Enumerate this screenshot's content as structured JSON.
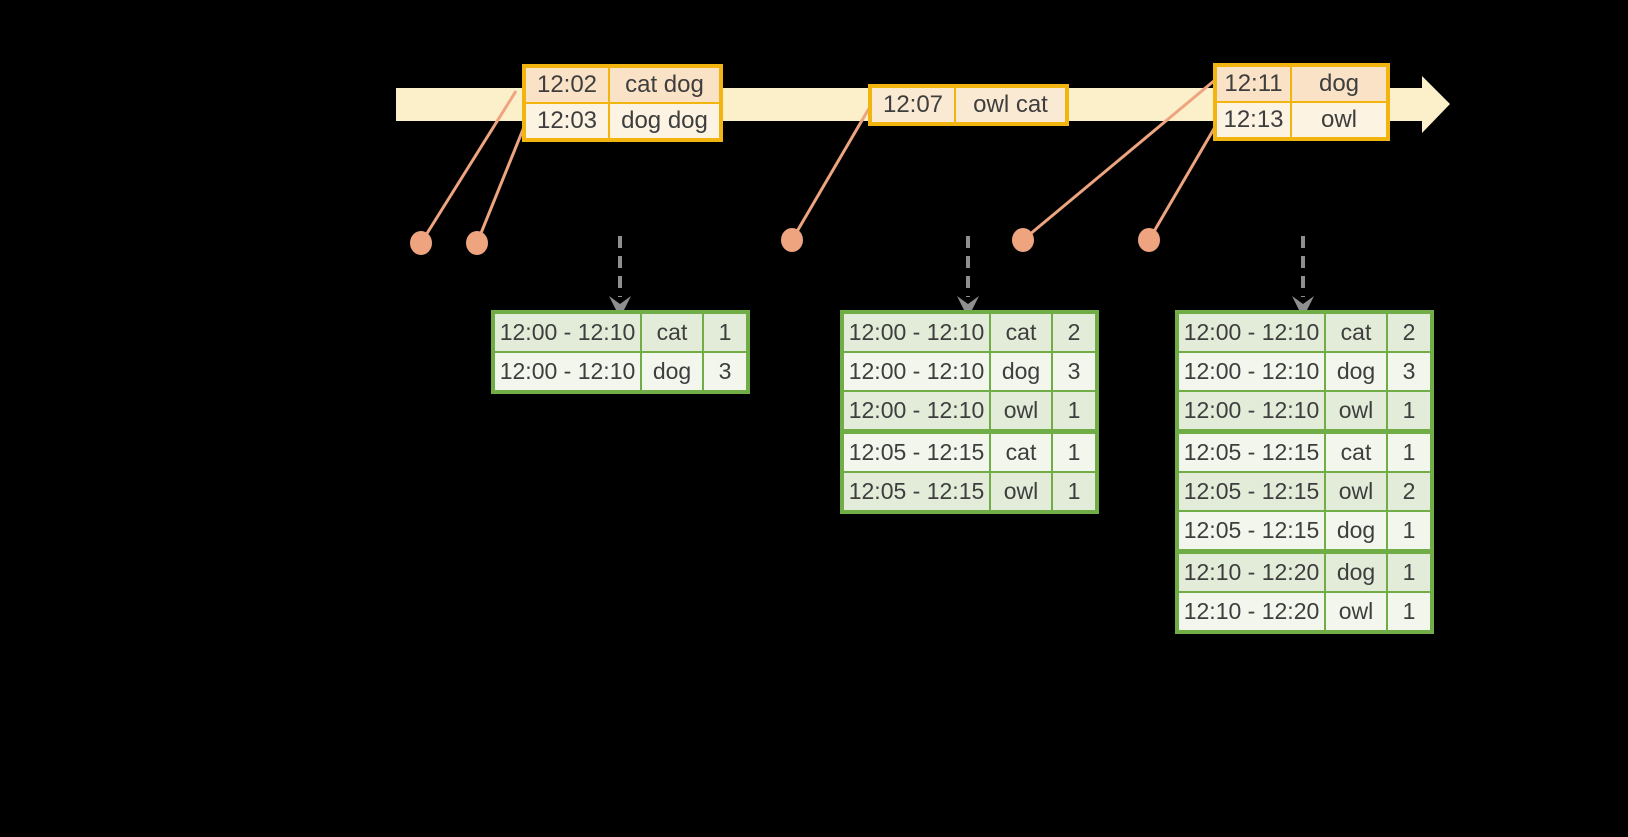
{
  "diagram": {
    "kind": "streaming-windowed-aggregation-timeline",
    "event_tables": [
      {
        "id": "events-1",
        "columns": [
          "event_time",
          "words"
        ],
        "rows": [
          [
            "12:02",
            "cat dog"
          ],
          [
            "12:03",
            "dog dog"
          ]
        ],
        "shades": [
          "dark",
          "light"
        ],
        "group_breaks": []
      },
      {
        "id": "events-2",
        "columns": [
          "event_time",
          "words"
        ],
        "rows": [
          [
            "12:07",
            "owl cat"
          ]
        ],
        "shades": [
          "mid"
        ],
        "group_breaks": []
      },
      {
        "id": "events-3",
        "columns": [
          "event_time",
          "words"
        ],
        "rows": [
          [
            "12:11",
            "dog"
          ],
          [
            "12:13",
            "owl"
          ]
        ],
        "shades": [
          "dark",
          "light"
        ],
        "group_breaks": []
      }
    ],
    "result_tables": [
      {
        "id": "counts-after-trigger-1",
        "columns": [
          "window",
          "word",
          "count"
        ],
        "rows": [
          [
            "12:00 - 12:10",
            "cat",
            "1"
          ],
          [
            "12:00 - 12:10",
            "dog",
            "3"
          ]
        ],
        "shades": [
          "dark",
          "light"
        ],
        "group_breaks": []
      },
      {
        "id": "counts-after-trigger-2",
        "columns": [
          "window",
          "word",
          "count"
        ],
        "rows": [
          [
            "12:00 - 12:10",
            "cat",
            "2"
          ],
          [
            "12:00 - 12:10",
            "dog",
            "3"
          ],
          [
            "12:00 - 12:10",
            "owl",
            "1"
          ],
          [
            "12:05 - 12:15",
            "cat",
            "1"
          ],
          [
            "12:05 - 12:15",
            "owl",
            "1"
          ]
        ],
        "shades": [
          "dark",
          "light",
          "dark",
          "light",
          "dark"
        ],
        "group_breaks": [
          3
        ]
      },
      {
        "id": "counts-after-trigger-3",
        "columns": [
          "window",
          "word",
          "count"
        ],
        "rows": [
          [
            "12:00 - 12:10",
            "cat",
            "2"
          ],
          [
            "12:00 - 12:10",
            "dog",
            "3"
          ],
          [
            "12:00 - 12:10",
            "owl",
            "1"
          ],
          [
            "12:05 - 12:15",
            "cat",
            "1"
          ],
          [
            "12:05 - 12:15",
            "owl",
            "2"
          ],
          [
            "12:05 - 12:15",
            "dog",
            "1"
          ],
          [
            "12:10 - 12:20",
            "dog",
            "1"
          ],
          [
            "12:10 - 12:20",
            "owl",
            "1"
          ]
        ],
        "shades": [
          "dark",
          "light",
          "dark",
          "light",
          "dark",
          "light",
          "dark",
          "light"
        ],
        "group_breaks": [
          3,
          6
        ]
      }
    ],
    "colors": {
      "background": "#000000",
      "timeline_fill": "#fcf0cb",
      "event_table_border": "#f2b40e",
      "event_row_dark": "#fae2c6",
      "event_row_light": "#fdf3e2",
      "event_row_mid": "#fbead3",
      "result_table_border": "#70ad47",
      "result_row_dark": "#e3ecd9",
      "result_row_light": "#f2f6ed",
      "connector": "#eda47f",
      "trigger_arrow": "#8f8f8f",
      "text": "#3e3e3e"
    }
  }
}
